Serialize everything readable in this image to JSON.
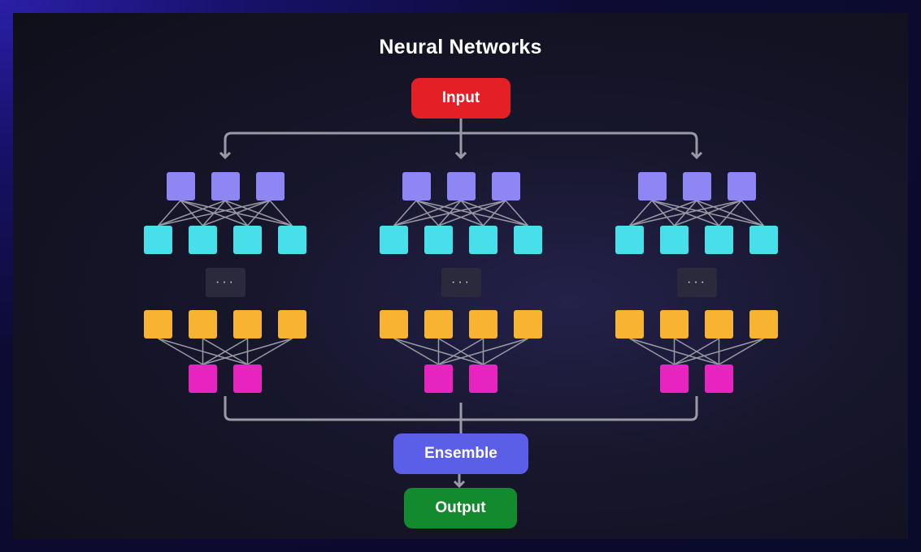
{
  "diagram": {
    "title": "Neural Networks",
    "input_label": "Input",
    "ensemble_label": "Ensemble",
    "output_label": "Output",
    "ellipsis": "···",
    "network_count": 3,
    "colors": {
      "input": "#e41f26",
      "ensemble": "#5b5fe8",
      "output": "#138a2d",
      "layer1": "#8f86f5",
      "layer2": "#47e0ea",
      "layer3": "#f8b331",
      "layer4": "#e824c0",
      "connector": "#9a9aa6"
    },
    "layers": [
      {
        "name": "layer1",
        "nodes": 3
      },
      {
        "name": "layer2",
        "nodes": 4
      },
      {
        "name": "layer3",
        "nodes": 4
      },
      {
        "name": "layer4",
        "nodes": 2
      }
    ]
  }
}
